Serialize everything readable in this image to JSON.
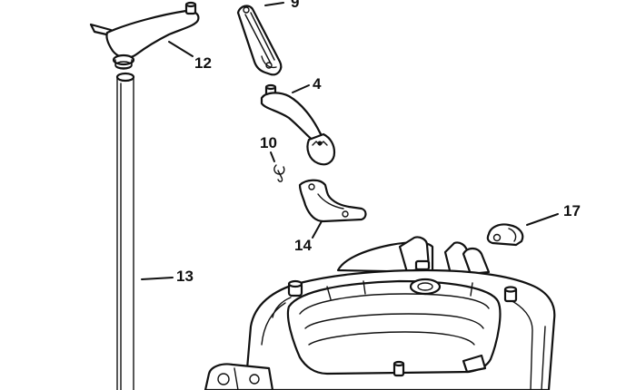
{
  "diagram": {
    "callouts": {
      "c9": "9",
      "c12": "12",
      "c4": "4",
      "c10": "10",
      "c17": "17",
      "c14": "14",
      "c13": "13"
    }
  }
}
